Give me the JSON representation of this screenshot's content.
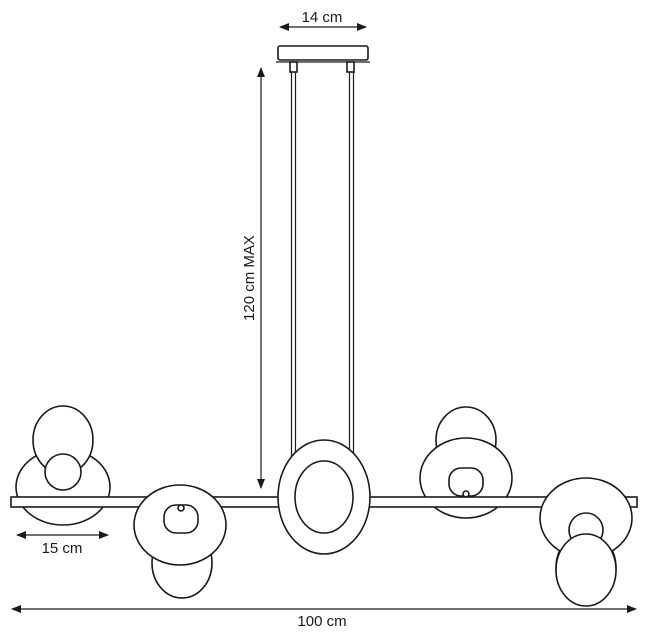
{
  "dimensions": {
    "canopy_width": "14 cm",
    "height": "120 cm MAX",
    "shade_width": "15 cm",
    "total_width": "100 cm"
  },
  "colors": {
    "line": "#1a1a1a",
    "background": "#ffffff"
  }
}
